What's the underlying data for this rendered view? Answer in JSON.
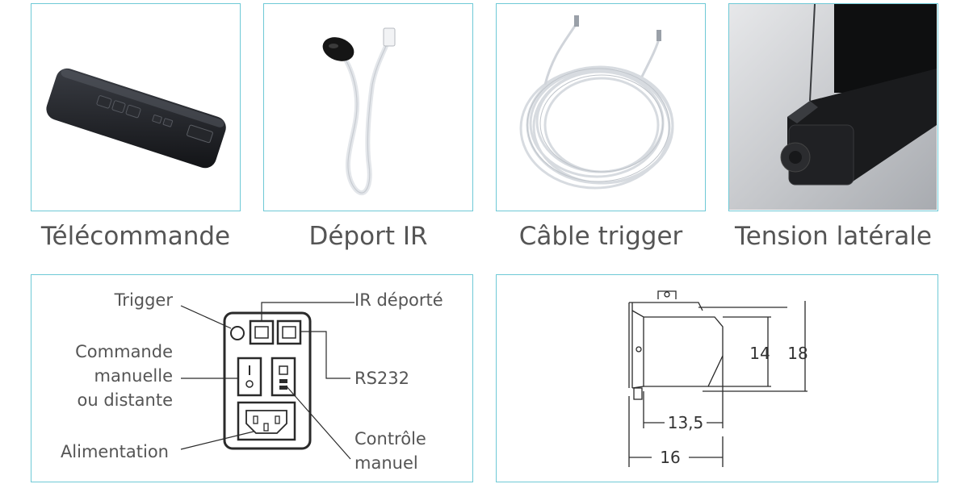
{
  "products": [
    {
      "caption": "Télécommande",
      "icon": "remote-control-icon"
    },
    {
      "caption": "Déport IR",
      "icon": "ir-receiver-icon"
    },
    {
      "caption": "Câble trigger",
      "icon": "trigger-cable-icon"
    },
    {
      "caption": "Tension latérale",
      "icon": "side-tension-icon"
    }
  ],
  "connector_panel": {
    "labels": {
      "trigger": "Trigger",
      "ir": "IR déporté",
      "command_line1": "Commande",
      "command_line2": "manuelle",
      "command_line3": "ou distante",
      "rs232": "RS232",
      "power": "Alimentation",
      "manual_line1": "Contrôle",
      "manual_line2": "manuel"
    }
  },
  "dimensions": {
    "height_inner": "14",
    "height_outer": "18",
    "width_inner": "13,5",
    "width_outer": "16"
  },
  "colors": {
    "frame_border": "#6ec9d6",
    "text": "#555555"
  }
}
